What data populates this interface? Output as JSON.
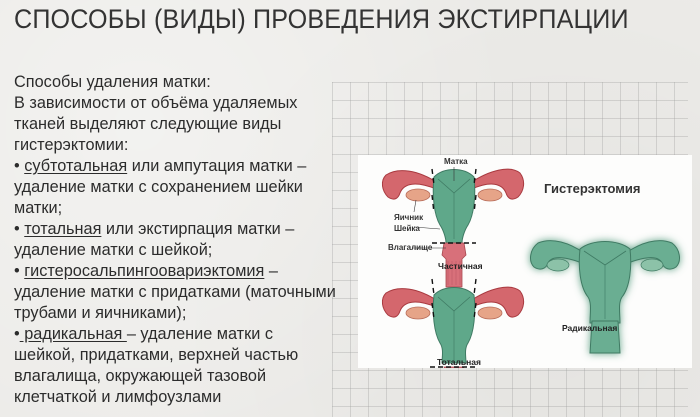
{
  "title": "СПОСОБЫ (ВИДЫ) ПРОВЕДЕНИЯ ЭКСТИРПАЦИИ",
  "text": {
    "heading": "Способы удаления матки:",
    "intro_lines": [
      "В зависимости от объёма удаляемых",
      "тканей выделяют следующие виды",
      "гистерэктомии:"
    ],
    "items": [
      {
        "bullet": "•",
        "term": "субтотальная",
        "rest_first": " или ампутация матки –",
        "continuation": [
          "удаление матки с сохранением шейки",
          "матки;"
        ]
      },
      {
        "bullet": "•",
        "term": "тотальная",
        "rest_first": " или экстирпация матки –",
        "continuation": [
          "удаление матки с шейкой;"
        ]
      },
      {
        "bullet": "•",
        "term": "гистеросальпингоовариэктомия",
        "rest_first": " –",
        "continuation": [
          "удаление матки с придатками (маточными",
          "трубами и яичниками);"
        ]
      },
      {
        "bullet": "•",
        "term": " радикальная ",
        "rest_first": "– удаление матки с",
        "continuation": [
          "шейкой, придатками, верхней частью",
          "влагалища, окружающей тазовой",
          "клетчаткой и лимфоузлами"
        ]
      }
    ]
  },
  "figure": {
    "title": "Гистерэктомия",
    "labels": {
      "uterus": "Матка",
      "ovary": "Яичник",
      "cervix": "Шейка",
      "vagina": "Влагалище"
    },
    "captions": {
      "partial": "Частичная",
      "total": "Тотальная",
      "radical": "Радикальная"
    },
    "colors": {
      "uterus_green": "#5fa88a",
      "tube_red": "#c9555b",
      "cervix_pink": "#d8707a",
      "glow": "#7fe6c4"
    }
  }
}
